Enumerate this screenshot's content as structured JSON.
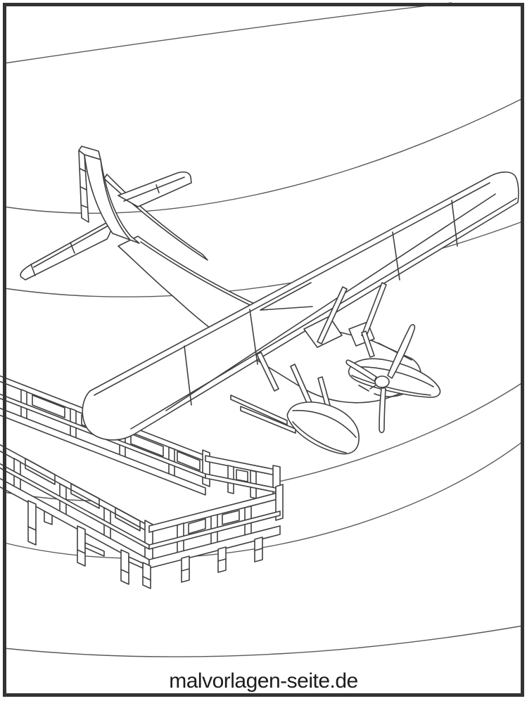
{
  "page": {
    "caption": "malvorlagen-seite.de",
    "background_color": "#ffffff"
  },
  "artwork": {
    "subject": "seaplane-moored-at-wooden-dock-coloring-page",
    "line_color": "#404040",
    "wave_line_color": "#5a5a5a",
    "frame_color": "#333333",
    "wave_count": 6,
    "elements": [
      "picture-frame",
      "water-wave-lines",
      "seaplane",
      "wooden-dock"
    ],
    "seaplane_parts": [
      "vertical-stabilizer",
      "rudder",
      "horizontal-stabilizers",
      "dorsal-fillet",
      "fuselage",
      "main-wing",
      "cockpit-windows",
      "wing-struts",
      "engine-cowling",
      "spinner",
      "propeller-blades",
      "left-float",
      "right-float",
      "float-struts",
      "spreader-bars"
    ],
    "dock_parts": [
      "far-railing",
      "near-railing",
      "railing-posts",
      "railing-panels",
      "deck-edge",
      "pilings",
      "cross-braces"
    ]
  }
}
